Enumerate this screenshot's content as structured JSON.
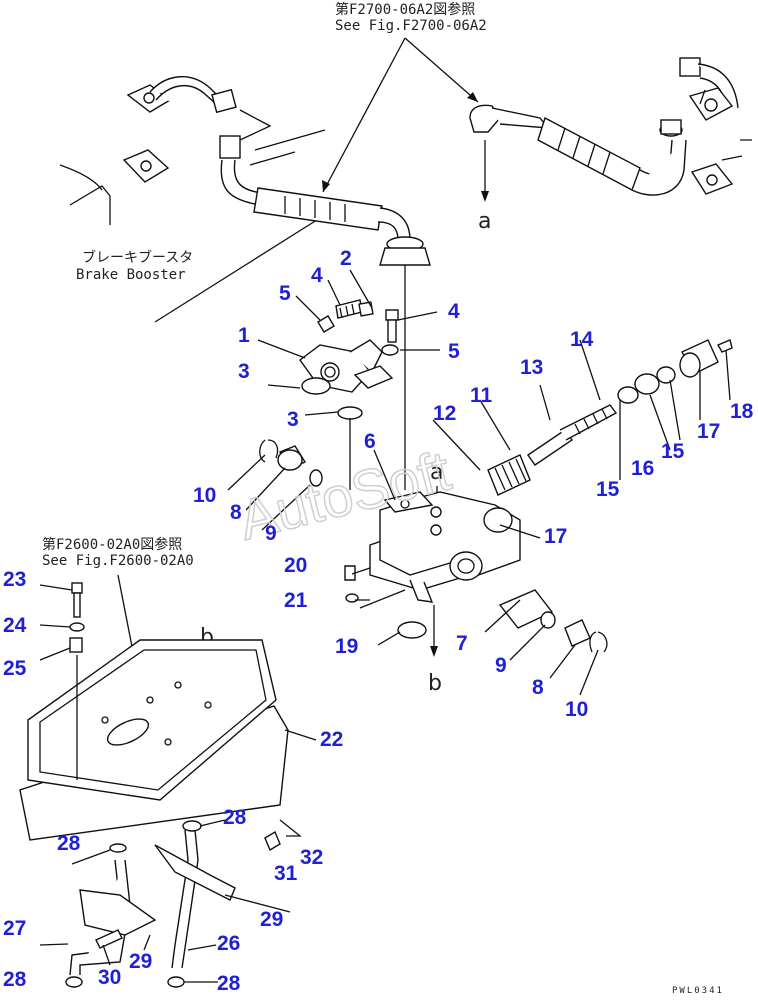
{
  "references": {
    "top": {
      "jp": "第F2700-06A2図参照",
      "en": "See Fig.F2700-06A2"
    },
    "left": {
      "jp": "第F2600-02A0図参照",
      "en": "See Fig.F2600-02A0"
    }
  },
  "brake_booster": {
    "jp": "ブレーキブースタ",
    "en": "Brake Booster"
  },
  "connectors": {
    "a_top": "a",
    "a_mid": "a",
    "b_left": "b",
    "b_bottom": "b"
  },
  "watermark": "AutoSoft",
  "diagram_code": "PWL0341",
  "part_numbers": {
    "p1": "1",
    "p2": "2",
    "p3a": "3",
    "p3b": "3",
    "p4a": "4",
    "p4b": "4",
    "p5a": "5",
    "p5b": "5",
    "p6": "6",
    "p7": "7",
    "p8a": "8",
    "p8b": "8",
    "p9a": "9",
    "p9b": "9",
    "p10a": "10",
    "p10b": "10",
    "p11": "11",
    "p12": "12",
    "p13": "13",
    "p14": "14",
    "p15a": "15",
    "p15b": "15",
    "p16": "16",
    "p17a": "17",
    "p17b": "17",
    "p18": "18",
    "p19": "19",
    "p20": "20",
    "p21": "21",
    "p22": "22",
    "p23": "23",
    "p24": "24",
    "p25": "25",
    "p26": "26",
    "p27": "27",
    "p28a": "28",
    "p28b": "28",
    "p28c": "28",
    "p28d": "28",
    "p29a": "29",
    "p29b": "29",
    "p30": "30",
    "p31": "31",
    "p32": "32"
  },
  "colors": {
    "part_number": "#1f1fd6",
    "line": "#111111",
    "watermark": "#cfcfcf"
  }
}
